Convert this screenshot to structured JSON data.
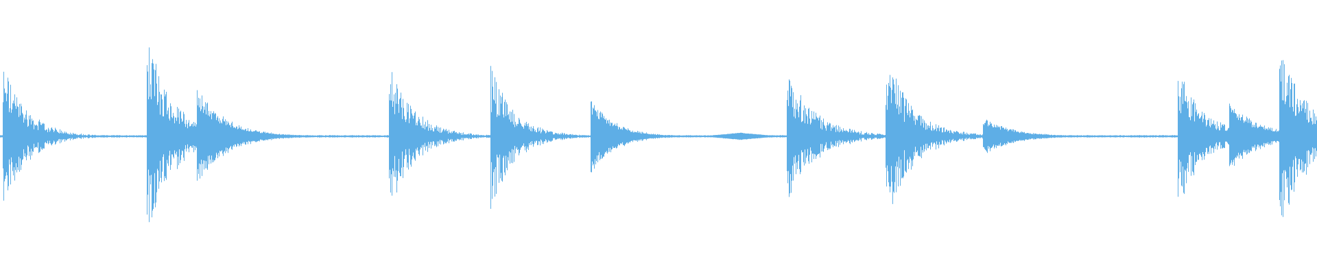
{
  "waveform": {
    "color": "#5eaee6",
    "background": "#ffffff",
    "baseline_amplitude": 0.006,
    "noise_amplitude": 0.004,
    "duration": 1.0,
    "events": [
      {
        "time": 0.003,
        "peak": 0.62,
        "decay": 0.018,
        "type": "burst"
      },
      {
        "time": 0.112,
        "peak": 0.85,
        "decay": 0.02,
        "type": "burst"
      },
      {
        "time": 0.15,
        "peak": 0.4,
        "decay": 0.022,
        "type": "click"
      },
      {
        "time": 0.296,
        "peak": 0.62,
        "decay": 0.019,
        "type": "burst"
      },
      {
        "time": 0.373,
        "peak": 0.6,
        "decay": 0.018,
        "type": "burst"
      },
      {
        "time": 0.449,
        "peak": 0.32,
        "decay": 0.018,
        "type": "click"
      },
      {
        "time": 0.562,
        "peak": 0.03,
        "decay": 0.02,
        "type": "hum"
      },
      {
        "time": 0.598,
        "peak": 0.55,
        "decay": 0.022,
        "type": "burst"
      },
      {
        "time": 0.673,
        "peak": 0.72,
        "decay": 0.02,
        "type": "burst"
      },
      {
        "time": 0.747,
        "peak": 0.16,
        "decay": 0.022,
        "type": "click"
      },
      {
        "time": 0.895,
        "peak": 0.62,
        "decay": 0.019,
        "type": "burst"
      },
      {
        "time": 0.934,
        "peak": 0.3,
        "decay": 0.022,
        "type": "click"
      },
      {
        "time": 0.972,
        "peak": 0.8,
        "decay": 0.022,
        "type": "burst"
      }
    ]
  }
}
